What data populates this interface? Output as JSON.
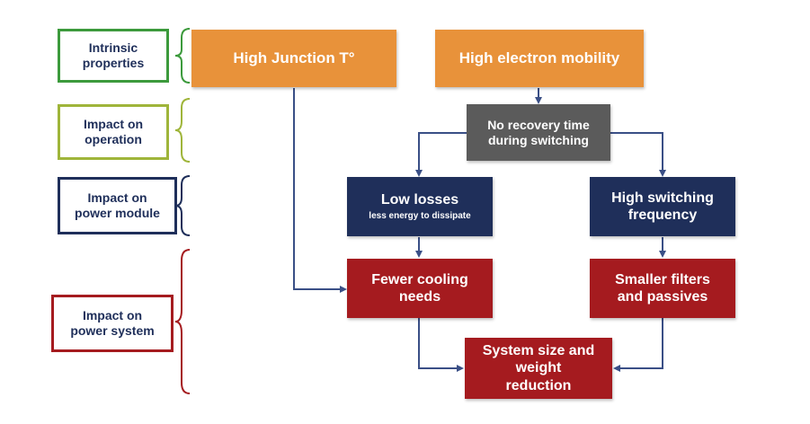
{
  "levels": [
    {
      "label": "Intrinsic\nproperties",
      "color": "#3c9a3c"
    },
    {
      "label": "Impact on\noperation",
      "color": "#9fb53a"
    },
    {
      "label": "Impact on\npower module",
      "color": "#1f2f5a"
    },
    {
      "label": "Impact on\npower system",
      "color": "#a51b1f"
    }
  ],
  "nodes": {
    "high_junction": {
      "text": "High Junction T°"
    },
    "high_mobility": {
      "text": "High electron mobility"
    },
    "no_recovery": {
      "text": "No recovery time\nduring switching"
    },
    "low_losses": {
      "text": "Low losses",
      "subtext": "less energy to dissipate"
    },
    "high_switching": {
      "text": "High switching\nfrequency"
    },
    "fewer_cooling": {
      "text": "Fewer cooling\nneeds"
    },
    "smaller_filters": {
      "text": "Smaller filters\nand passives"
    },
    "system_size": {
      "text": "System size and\nweight\nreduction"
    }
  },
  "colors": {
    "orange": "#e8923a",
    "gray": "#5b5b5b",
    "navy": "#1f2f5a",
    "red": "#a51b1f",
    "arrow": "#3a4f86"
  }
}
